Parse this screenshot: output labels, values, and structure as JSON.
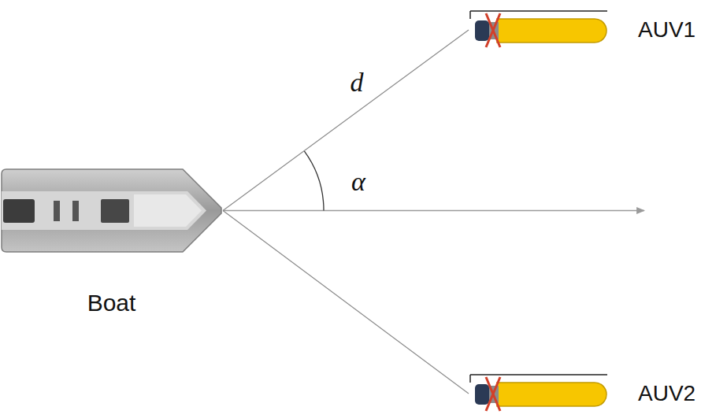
{
  "diagram": {
    "nodes": [
      {
        "text": [
          "Boat"
        ]
      },
      {
        "text": [
          "AUV1"
        ]
      },
      {
        "text": [
          "AUV2"
        ]
      }
    ],
    "edges": [
      {
        "from": 0,
        "to": 1,
        "arrow": "none",
        "label": "d"
      },
      {
        "from": 0,
        "to": 2,
        "arrow": "none"
      }
    ],
    "labels": [
      "α"
    ]
  }
}
